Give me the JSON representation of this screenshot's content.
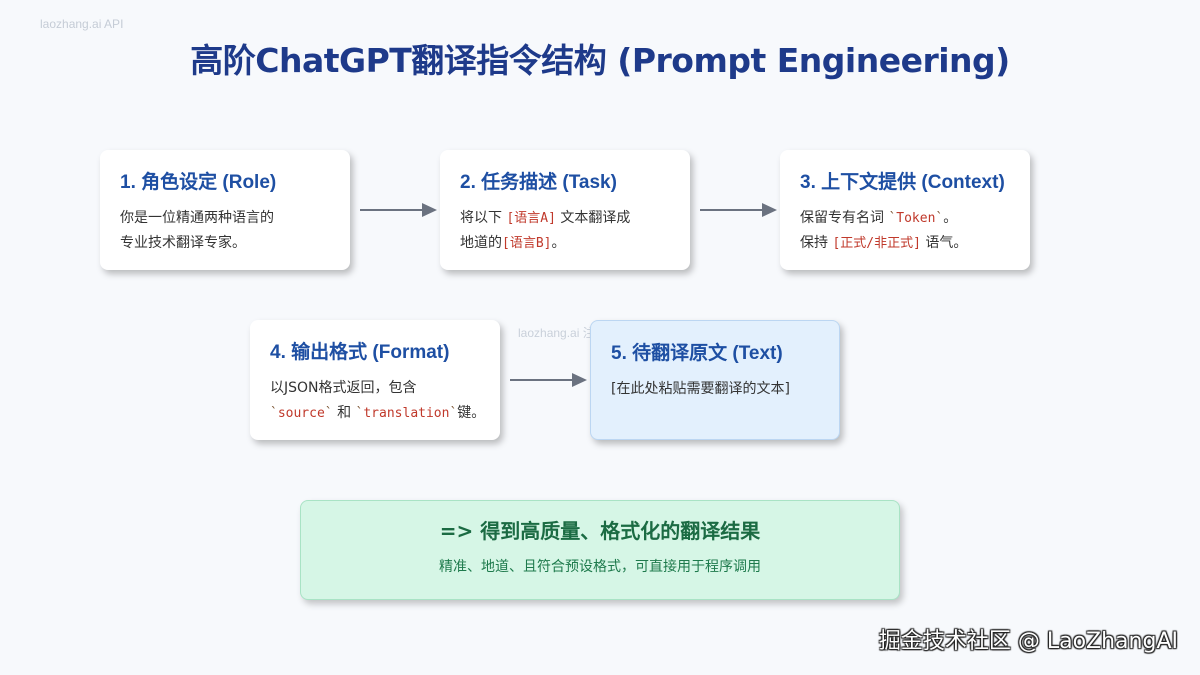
{
  "watermarks": {
    "top": "laozhang.ai API",
    "middle": "laozhang.ai 注册赠送额度",
    "bottom": "掘金技术社区 @ LaoZhangAI"
  },
  "title": "高阶ChatGPT翻译指令结构 (Prompt Engineering)",
  "steps": [
    {
      "title": "1. 角色设定 (Role)",
      "lines": [
        "你是一位精通两种语言的",
        "专业技术翻译专家。"
      ]
    },
    {
      "title": "2. 任务描述 (Task)",
      "line1_prefix": "将以下",
      "line1_code": "[语言A]",
      "line1_suffix": "文本翻译成",
      "line2_prefix": "地道的",
      "line2_code": "[语言B]",
      "line2_suffix": "。"
    },
    {
      "title": "3. 上下文提供 (Context)",
      "line1_prefix": "保留专有名词",
      "line1_code": "Token",
      "line1_suffix": "。",
      "line2_prefix": "保持",
      "line2_code": "[正式/非正式]",
      "line2_suffix": "语气。"
    },
    {
      "title": "4. 输出格式 (Format)",
      "line1": "以JSON格式返回，包含",
      "code_a": "source",
      "mid": "和",
      "code_b": "translation",
      "suffix": "键。"
    },
    {
      "title": "5. 待翻译原文 (Text)",
      "line1": "[在此处粘贴需要翻译的文本]"
    }
  ],
  "result": {
    "title": "=> 得到高质量、格式化的翻译结果",
    "subtitle": "精准、地道、且符合预设格式，可直接用于程序调用"
  },
  "colors": {
    "title": "#1e3a8a",
    "card_title": "#1e4fa3",
    "code": "#c0392b",
    "highlight_card": "#e3f0fd",
    "result_bg": "#d6f6e6",
    "result_text": "#1b6b43",
    "arrow": "#6b7280"
  }
}
